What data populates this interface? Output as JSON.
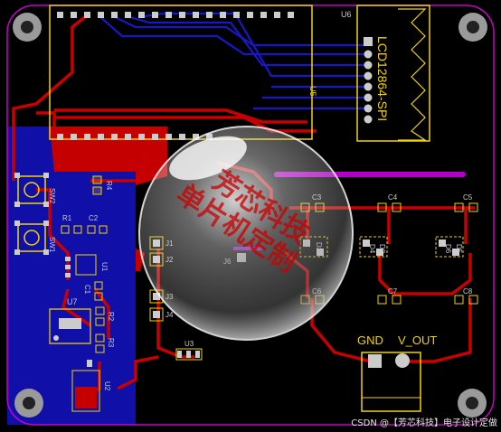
{
  "designators": {
    "u6": "U6",
    "u5": "U5",
    "u7": "U7",
    "u1": "U1",
    "u2": "U2",
    "u3": "U3",
    "sw1": "SW1",
    "sw2": "SW2",
    "r1": "R1",
    "r2": "R2",
    "r3": "R3",
    "r4": "R4",
    "c1": "C1",
    "c2": "C2",
    "c3": "C3",
    "c4": "C4",
    "c5": "C5",
    "c6": "C6",
    "c7": "C7",
    "c8": "C8",
    "d2": "D2",
    "d3": "D3",
    "d4": "D4",
    "d5": "D5",
    "d6": "D6",
    "j1": "J1",
    "j2": "J2",
    "j3": "J3",
    "j4": "J4",
    "j6": "J6"
  },
  "lcd_label": "LCD12864-SPI",
  "connector_labels": {
    "gnd": "GND",
    "vout": "V_OUT"
  },
  "brand_text": {
    "line1": "芳芯科技",
    "line2": "单片机定制"
  },
  "watermark": "CSDN @【芳芯科技】电子设计定做",
  "colors": {
    "board": "#000000",
    "top_copper": "#cc0000",
    "bottom_copper": "#0000aa",
    "silkscreen": "#f2d400",
    "outline": "#c800c8",
    "pad": "#c0c0c0"
  }
}
